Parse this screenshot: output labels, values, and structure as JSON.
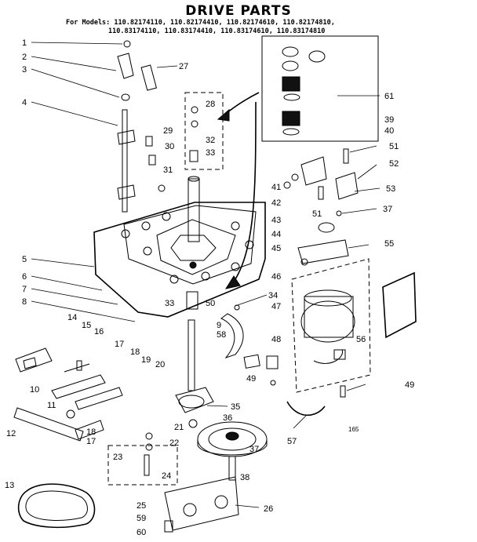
{
  "title": "DRIVE PARTS",
  "models_line1": "For Models: 110.82174110, 110.82174410, 110.82174610, 110.82174810,",
  "models_line2": "110.83174110, 110.83174410, 110.83174610, 110.83174810",
  "corner_code": "165",
  "callouts": [
    "1",
    "2",
    "3",
    "4",
    "5",
    "6",
    "7",
    "8",
    "9",
    "10",
    "11",
    "12",
    "13",
    "14",
    "15",
    "16",
    "17",
    "17",
    "18",
    "18",
    "19",
    "20",
    "21",
    "22",
    "23",
    "24",
    "25",
    "26",
    "27",
    "28",
    "29",
    "30",
    "31",
    "32",
    "33",
    "33",
    "34",
    "35",
    "36",
    "37",
    "37",
    "38",
    "39",
    "40",
    "41",
    "42",
    "43",
    "44",
    "45",
    "46",
    "47",
    "48",
    "49",
    "49",
    "50",
    "51",
    "51",
    "52",
    "53",
    "55",
    "56",
    "57",
    "58",
    "59",
    "60",
    "61"
  ]
}
